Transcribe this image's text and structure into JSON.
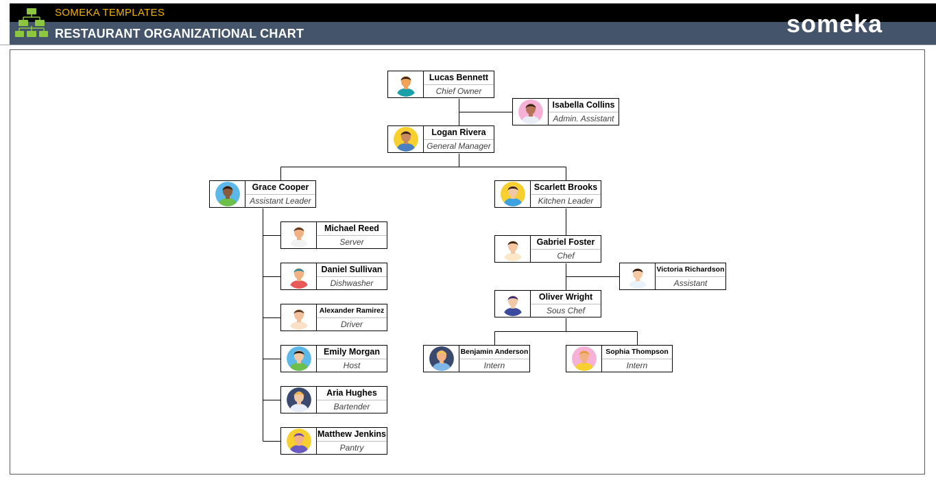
{
  "header": {
    "brand": "SOMEKA TEMPLATES",
    "title": "RESTAURANT ORGANIZATIONAL CHART",
    "logo_text": "someka"
  },
  "colors": {
    "header_top": "#000000",
    "header_bar": "#44546a",
    "brand_text": "#f4b400",
    "title_text": "#ffffff",
    "logo_green": "#8dc63f"
  },
  "people": {
    "lucas": {
      "name": "Lucas Bennett",
      "role": "Chief Owner",
      "icon": "avatar-icon",
      "bg": "#ffffff",
      "skin": "#f2a35a",
      "hair": "#3b2416",
      "shirt": "#1aa0a8"
    },
    "isabella": {
      "name": "Isabella Collins",
      "role": "Admin. Assistant",
      "icon": "avatar-icon",
      "bg": "#f6b2d6",
      "skin": "#b5735a",
      "hair": "#3b2416",
      "shirt": "#e8eef7"
    },
    "logan": {
      "name": "Logan Rivera",
      "role": "General Manager",
      "icon": "avatar-icon",
      "bg": "#f7cf2e",
      "skin": "#c98a60",
      "hair": "#3b2416",
      "shirt": "#4a7fc1"
    },
    "grace": {
      "name": "Grace Cooper",
      "role": "Assistant Leader",
      "icon": "avatar-icon",
      "bg": "#5bb8e8",
      "skin": "#8a5a3c",
      "hair": "#2b1a12",
      "shirt": "#6cbf4a"
    },
    "scarlett": {
      "name": "Scarlett Brooks",
      "role": "Kitchen Leader",
      "icon": "avatar-icon",
      "bg": "#f7cf2e",
      "skin": "#f1c8a6",
      "hair": "#3b2416",
      "shirt": "#3ea1e0"
    },
    "michael": {
      "name": "Michael Reed",
      "role": "Server",
      "icon": "avatar-icon",
      "bg": "#ffffff",
      "skin": "#f2b183",
      "hair": "#5a3a22",
      "shirt": "#f2f2f2"
    },
    "gabriel": {
      "name": "Gabriel Foster",
      "role": "Chef",
      "icon": "avatar-icon",
      "bg": "#ffffff",
      "skin": "#f6c8a2",
      "hair": "#3b2416",
      "shirt": "#fbe8c8"
    },
    "victoria": {
      "name": "Victoria Richardson",
      "role": "Assistant",
      "icon": "avatar-icon",
      "bg": "#ffffff",
      "skin": "#f6c8a2",
      "hair": "#2b1a12",
      "shirt": "#e8f2fb"
    },
    "daniel": {
      "name": "Daniel Sullivan",
      "role": "Dishwasher",
      "icon": "avatar-icon",
      "bg": "#ffffff",
      "skin": "#f2b183",
      "hair": "#2d8a9c",
      "shirt": "#e85a5a"
    },
    "oliver": {
      "name": "Oliver Wright",
      "role": "Sous Chef",
      "icon": "avatar-icon",
      "bg": "#ffffff",
      "skin": "#f1c8a6",
      "hair": "#3a2e6e",
      "shirt": "#3a4a9c"
    },
    "alexander": {
      "name": "Alexander Ramirez",
      "role": "Driver",
      "icon": "avatar-icon",
      "bg": "#ffffff",
      "skin": "#f2c09a",
      "hair": "#5a3a22",
      "shirt": "#fbe0c8"
    },
    "emily": {
      "name": "Emily Morgan",
      "role": "Host",
      "icon": "avatar-icon",
      "bg": "#5bb8e8",
      "skin": "#f1c8a6",
      "hair": "#2b1a12",
      "shirt": "#6cbf4a"
    },
    "benjamin": {
      "name": "Benjamin Anderson",
      "role": "Intern",
      "icon": "avatar-icon",
      "bg": "#3a4a6e",
      "skin": "#f2b183",
      "hair": "#f1c451",
      "shirt": "#7fb6e8"
    },
    "sophia": {
      "name": "Sophia Thompson",
      "role": "Intern",
      "icon": "avatar-icon",
      "bg": "#f6b2d6",
      "skin": "#f2b183",
      "hair": "#e89a3a",
      "shirt": "#f7cf2e"
    },
    "aria": {
      "name": "Aria Hughes",
      "role": "Bartender",
      "icon": "avatar-icon",
      "bg": "#3a4a6e",
      "skin": "#f1c8a6",
      "hair": "#f1b041",
      "shirt": "#e8eef7"
    },
    "matthew": {
      "name": "Matthew Jenkins",
      "role": "Pantry",
      "icon": "avatar-icon",
      "bg": "#f7cf2e",
      "skin": "#f2b183",
      "hair": "#6a4a9c",
      "shirt": "#6a5ac1"
    }
  }
}
